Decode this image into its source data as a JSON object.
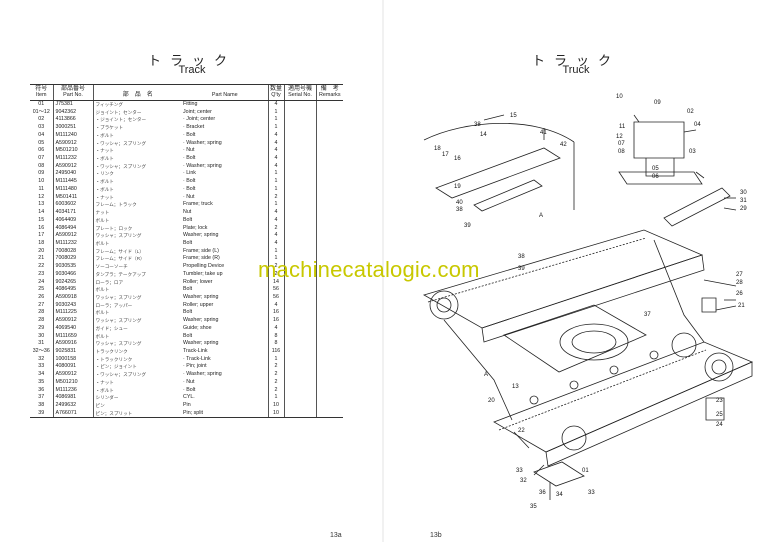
{
  "left_page": {
    "title_jp": "トラック",
    "title_en": "Track",
    "page_number": "13a",
    "columns": {
      "item": {
        "jp": "符号",
        "en": "Item"
      },
      "part_no": {
        "jp": "部品番号",
        "en": "Part  No."
      },
      "jp_name": {
        "jp": "部　品　名",
        "en": ""
      },
      "part_name": {
        "jp": "",
        "en": "Part  Name"
      },
      "qty": {
        "jp": "数量",
        "en": "Q'ty"
      },
      "serial": {
        "jp": "適用号機",
        "en": "Serial  No."
      },
      "remarks": {
        "jp": "備　考",
        "en": "Remarks"
      }
    },
    "rows": [
      {
        "item": "01",
        "part": "J75381",
        "jp": "フィッチング",
        "name": "Fitting",
        "qty": "4"
      },
      {
        "item": "01～12",
        "part": "9042362",
        "jp": "ジョイント；センター",
        "name": "Joint; center",
        "qty": "1"
      },
      {
        "item": "02",
        "part": "4113866",
        "jp": "・ジョイント；センター",
        "name": "· Joint; center",
        "qty": "1"
      },
      {
        "item": "03",
        "part": "3000251",
        "jp": "・ブラケット",
        "name": "· Bracket",
        "qty": "1"
      },
      {
        "item": "04",
        "part": "M111240",
        "jp": "・ボルト",
        "name": "· Bolt",
        "qty": "4"
      },
      {
        "item": "05",
        "part": "A590912",
        "jp": "・ワッシャ；スプリング",
        "name": "· Washer; spring",
        "qty": "4"
      },
      {
        "item": "06",
        "part": "M501210",
        "jp": "・ナット",
        "name": "· Nut",
        "qty": "4"
      },
      {
        "item": "07",
        "part": "M111232",
        "jp": "・ボルト",
        "name": "· Bolt",
        "qty": "4"
      },
      {
        "item": "08",
        "part": "A590912",
        "jp": "・ワッシャ；スプリング",
        "name": "· Washer; spring",
        "qty": "4"
      },
      {
        "item": "09",
        "part": "2495040",
        "jp": "・リンク",
        "name": "· Link",
        "qty": "1"
      },
      {
        "item": "10",
        "part": "M111445",
        "jp": "・ボルト",
        "name": "· Bolt",
        "qty": "1"
      },
      {
        "item": "11",
        "part": "M111480",
        "jp": "・ボルト",
        "name": "· Bolt",
        "qty": "1"
      },
      {
        "item": "12",
        "part": "M501411",
        "jp": "・ナット",
        "name": "· Nut",
        "qty": "2"
      },
      {
        "item": "13",
        "part": "6003602",
        "jp": "フレーム；トラック",
        "name": "Frame; truck",
        "qty": "1"
      },
      {
        "item": "14",
        "part": "4034171",
        "jp": "ナット",
        "name": "Nut",
        "qty": "4"
      },
      {
        "item": "15",
        "part": "4064409",
        "jp": "ボルト",
        "name": "Bolt",
        "qty": "4"
      },
      {
        "item": "16",
        "part": "4086494",
        "jp": "プレート；ロック",
        "name": "Plate; lock",
        "qty": "2"
      },
      {
        "item": "17",
        "part": "A590912",
        "jp": "ワッシャ；スプリング",
        "name": "Washer; spring",
        "qty": "4"
      },
      {
        "item": "18",
        "part": "M111232",
        "jp": "ボルト",
        "name": "Bolt",
        "qty": "4"
      },
      {
        "item": "20",
        "part": "7008028",
        "jp": "フレーム；サイド（L）",
        "name": "Frame; side (L)",
        "qty": "1"
      },
      {
        "item": "21",
        "part": "7008029",
        "jp": "フレーム；サイド（R）",
        "name": "Frame; side (R)",
        "qty": "1"
      },
      {
        "item": "22",
        "part": "9030535",
        "jp": "ソーコーソーチ",
        "name": "Propelling Device",
        "qty": "2"
      },
      {
        "item": "23",
        "part": "9030466",
        "jp": "タンブラ；テークアップ",
        "name": "Tumbler; take up",
        "qty": "2"
      },
      {
        "item": "24",
        "part": "9024265",
        "jp": "ローラ；ロア",
        "name": "Roller; lower",
        "qty": "14"
      },
      {
        "item": "25",
        "part": "4086495",
        "jp": "ボルト",
        "name": "Bolt",
        "qty": "56"
      },
      {
        "item": "26",
        "part": "A590918",
        "jp": "ワッシャ；スプリング",
        "name": "Washer; spring",
        "qty": "56"
      },
      {
        "item": "27",
        "part": "9030243",
        "jp": "ローラ；アッパー",
        "name": "Roller; upper",
        "qty": "4"
      },
      {
        "item": "28",
        "part": "M111225",
        "jp": "ボルト",
        "name": "Bolt",
        "qty": "16"
      },
      {
        "item": "28",
        "part": "A590912",
        "jp": "ワッシャ；スプリング",
        "name": "Washer; spring",
        "qty": "16"
      },
      {
        "item": "29",
        "part": "4069540",
        "jp": "ガイド；シュー",
        "name": "Guide; shoe",
        "qty": "4"
      },
      {
        "item": "30",
        "part": "M111659",
        "jp": "ボルト",
        "name": "Bolt",
        "qty": "8"
      },
      {
        "item": "31",
        "part": "A590916",
        "jp": "ワッシャ；スプリング",
        "name": "Washer; spring",
        "qty": "8"
      },
      {
        "item": "32～36",
        "part": "9025831",
        "jp": "トラックリンク",
        "name": "Track-Link",
        "qty": "116"
      },
      {
        "item": "32",
        "part": "1000158",
        "jp": "・トラックリンク",
        "name": "· Track-Link",
        "qty": "1"
      },
      {
        "item": "33",
        "part": "4080091",
        "jp": "・ピン；ジョイント",
        "name": "· Pin; joint",
        "qty": "2"
      },
      {
        "item": "34",
        "part": "A590912",
        "jp": "・ワッシャ；スプリング",
        "name": "· Washer; spring",
        "qty": "2"
      },
      {
        "item": "35",
        "part": "M501210",
        "jp": "・ナット",
        "name": "· Nut",
        "qty": "2"
      },
      {
        "item": "36",
        "part": "M111236",
        "jp": "・ボルト",
        "name": "· Bolt",
        "qty": "2"
      },
      {
        "item": "37",
        "part": "4086981",
        "jp": "シリンダー",
        "name": "CYL.",
        "qty": "1"
      },
      {
        "item": "38",
        "part": "2499632",
        "jp": "ピン",
        "name": "Pin",
        "qty": "10"
      },
      {
        "item": "39",
        "part": "A766071",
        "jp": "ピン；スプリット",
        "name": "Pin; split",
        "qty": "10"
      }
    ]
  },
  "right_page": {
    "title_jp": "トラック",
    "title_en": "Truck",
    "page_number": "13b",
    "callouts": [
      "01",
      "02",
      "03",
      "04",
      "05",
      "06",
      "07",
      "08",
      "09",
      "10",
      "11",
      "12",
      "13",
      "14",
      "15",
      "16",
      "17",
      "18",
      "19",
      "20",
      "21",
      "22",
      "23",
      "24",
      "25",
      "26",
      "27",
      "28",
      "29",
      "30",
      "31",
      "32",
      "33",
      "34",
      "35",
      "36",
      "37",
      "38",
      "39",
      "40",
      "41",
      "42",
      "A",
      "A"
    ]
  },
  "watermark": "machinecatalogic.com"
}
